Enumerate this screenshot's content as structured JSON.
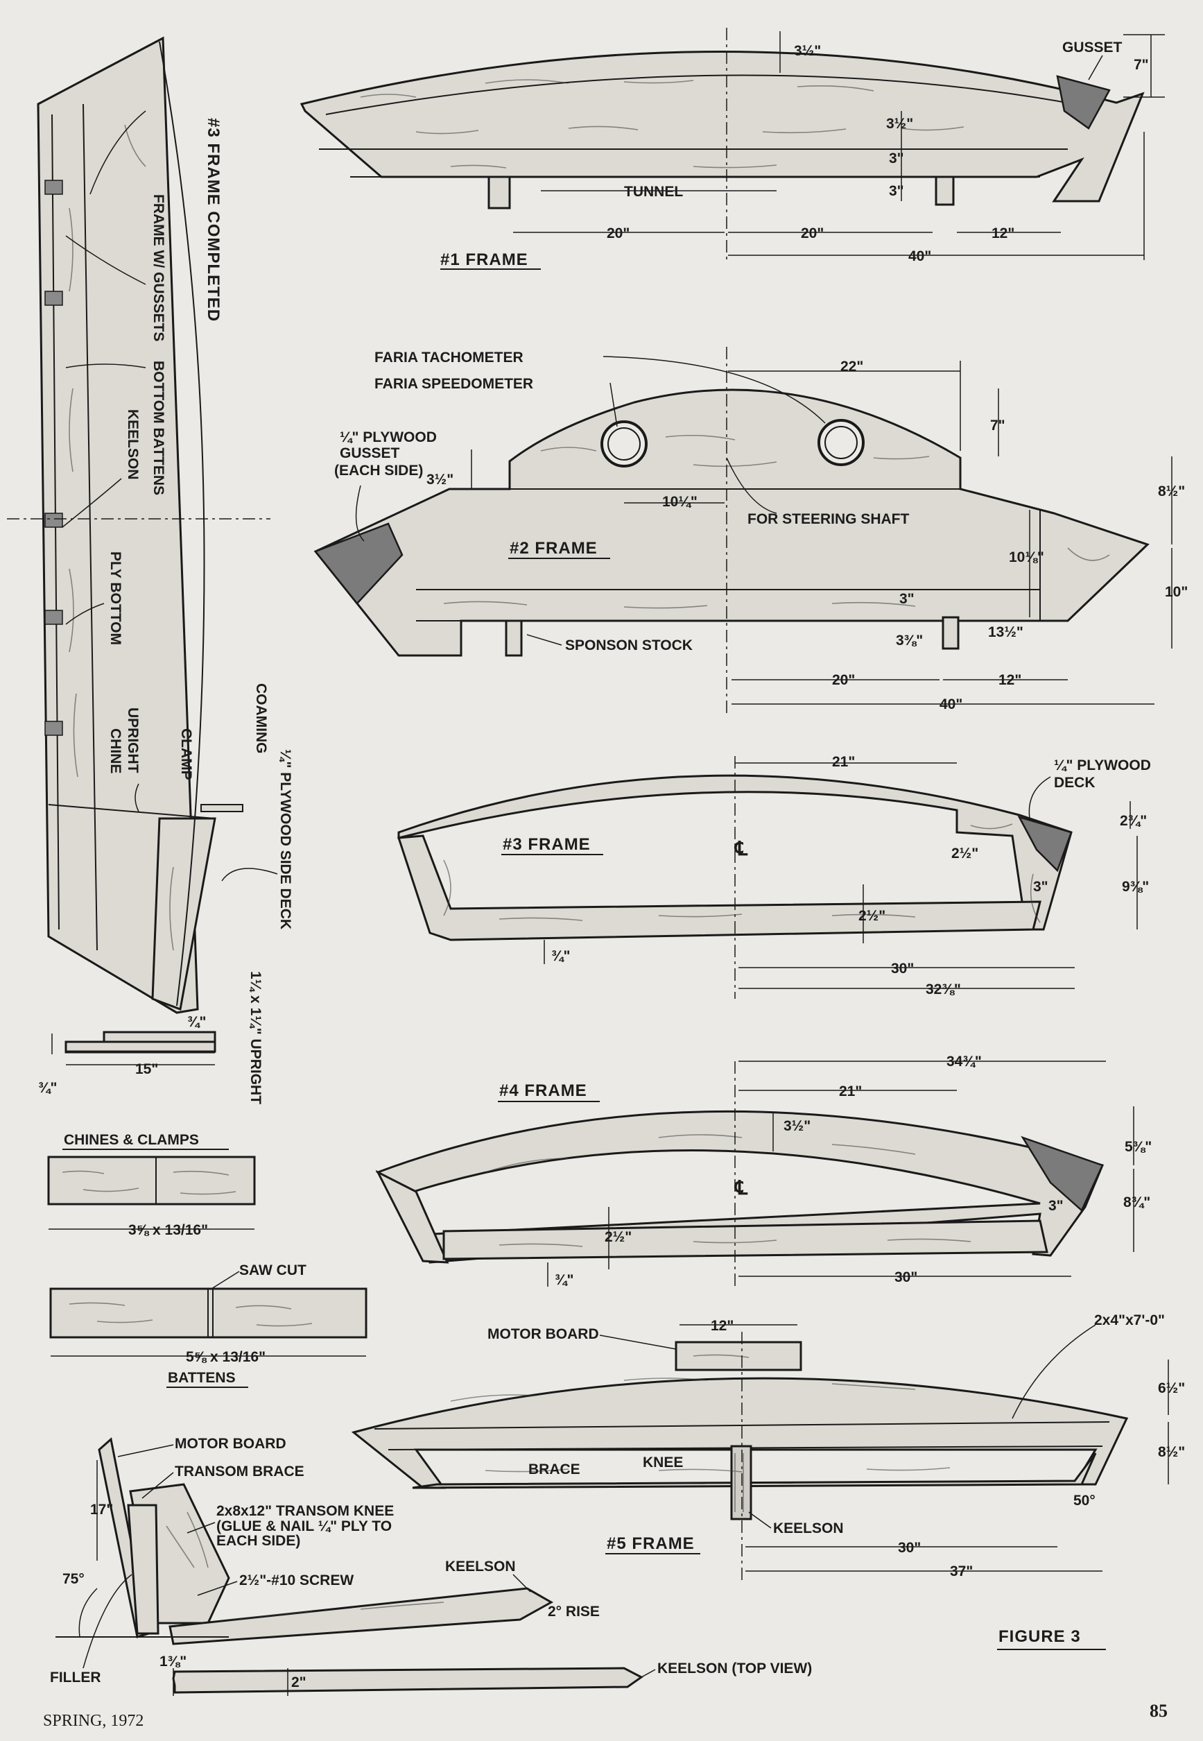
{
  "frame1": {
    "title": "#1 FRAME",
    "labels": {
      "gusset": "GUSSET",
      "tunnel": "TUNNEL"
    },
    "dims": {
      "d_3half_top": "3½\"",
      "d_7": "7\"",
      "d_3half": "3½\"",
      "d_3a": "3\"",
      "d_3b": "3\"",
      "d_20a": "20\"",
      "d_20b": "20\"",
      "d_12": "12\"",
      "d_40": "40\""
    }
  },
  "frame2": {
    "title": "#2 FRAME",
    "labels": {
      "tach": "FARIA TACHOMETER",
      "speedo": "FARIA SPEEDOMETER",
      "gusset_a": "¼\" PLYWOOD",
      "gusset_b": "GUSSET",
      "gusset_c": "(EACH SIDE)",
      "steering": "FOR STEERING SHAFT",
      "sponson": "SPONSON STOCK"
    },
    "dims": {
      "d_22": "22\"",
      "d_7": "7\"",
      "d_3half": "3½\"",
      "d_8half": "8½\"",
      "d_10quarter": "10¼\"",
      "d_10eighth": "10⅛\"",
      "d_10": "10\"",
      "d_3": "3\"",
      "d_3_3_8": "3⅜\"",
      "d_13half": "13½\"",
      "d_20": "20\"",
      "d_12": "12\"",
      "d_40": "40\""
    }
  },
  "frame3": {
    "title": "#3 FRAME",
    "labels": {
      "cl": "℄",
      "deck_a": "¼\" PLYWOOD",
      "deck_b": "DECK"
    },
    "dims": {
      "d_21": "21\"",
      "d_2_3_4": "2¾\"",
      "d_2half_a": "2½\"",
      "d_3": "3\"",
      "d_9_3_8": "9⅜\"",
      "d_2half_b": "2½\"",
      "d_3_4": "¾\"",
      "d_30": "30\"",
      "d_32_3_8": "32⅜\""
    }
  },
  "frame4": {
    "title": "#4 FRAME",
    "labels": {
      "cl": "℄"
    },
    "dims": {
      "d_34_3_4": "34¾\"",
      "d_21": "21\"",
      "d_3half": "3½\"",
      "d_5_3_8": "5⅜\"",
      "d_8_3_4": "8¾\"",
      "d_3": "3\"",
      "d_2half": "2½\"",
      "d_3_4": "¾\"",
      "d_30": "30\""
    }
  },
  "frame5": {
    "title": "#5 FRAME",
    "labels": {
      "motor_board": "MOTOR BOARD",
      "lumber": "2x4\"x7'-0\"",
      "brace": "BRACE",
      "knee": "KNEE",
      "keelson": "KEELSON"
    },
    "dims": {
      "d_12": "12\"",
      "d_6half": "6½\"",
      "d_8half": "8½\"",
      "d_50": "50°",
      "d_30": "30\"",
      "d_37": "37\""
    }
  },
  "frame3_completed": {
    "title": "#3 FRAME COMPLETED",
    "labels": {
      "gussets": "FRAME W/ GUSSETS",
      "battens": "BOTTOM BATTENS",
      "keelson": "KEELSON",
      "ply_bottom": "PLY BOTTOM",
      "upright": "UPRIGHT",
      "chine": "CHINE",
      "clamp": "CLAMP",
      "coaming": "COAMING",
      "side_deck": "¼\" PLYWOOD SIDE DECK"
    }
  },
  "upright": {
    "title": "1¼ x 1¼\" UPRIGHT",
    "dims": {
      "d_3_4": "¾\"",
      "d_15": "15\"",
      "d_3_4b": "¾\""
    }
  },
  "chines": {
    "title": "CHINES & CLAMPS",
    "dim": "3⅝ x 13/16\""
  },
  "battens": {
    "title": "BATTENS",
    "saw_cut": "SAW CUT",
    "dim": "5⅝ x 13/16\""
  },
  "transom": {
    "labels": {
      "motor_board": "MOTOR BOARD",
      "brace": "TRANSOM BRACE",
      "knee_1": "2x8x12\" TRANSOM KNEE",
      "knee_2": "(GLUE & NAIL ¼\" PLY TO",
      "knee_3": "EACH SIDE)",
      "screw": "2½\"-#10 SCREW",
      "keelson": "KEELSON",
      "rise": "2° RISE",
      "filler": "FILLER",
      "keelson_top": "KEELSON (TOP VIEW)"
    },
    "dims": {
      "d_17": "17\"",
      "d_75": "75°",
      "d_1_3_8": "1⅜\"",
      "d_2": "2\""
    }
  },
  "figure_label": "FIGURE 3",
  "footer": {
    "issue": "SPRING, 1972",
    "page": "85"
  }
}
